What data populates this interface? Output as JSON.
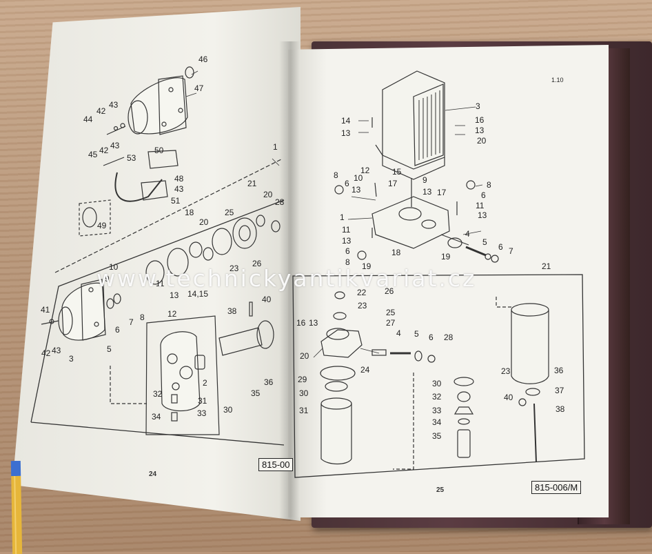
{
  "watermark": "www.technickyantikvariat.cz",
  "left_page": {
    "page_number": "24",
    "doc_code": "815-00",
    "callouts": [
      "46",
      "47",
      "43",
      "42",
      "44",
      "45",
      "42",
      "43",
      "50",
      "53",
      "48",
      "43",
      "51",
      "49",
      "1",
      "21",
      "20",
      "28",
      "25",
      "18",
      "20",
      "26",
      "23",
      "10",
      "9",
      "11",
      "13",
      "14,15",
      "12",
      "8",
      "7",
      "6",
      "41",
      "43",
      "42",
      "3",
      "5",
      "38",
      "40",
      "2",
      "31",
      "32",
      "33",
      "34",
      "30",
      "35",
      "36"
    ]
  },
  "right_page": {
    "page_number": "25",
    "doc_code": "815-006/M",
    "corner_mark": "1.10",
    "callouts": [
      "3",
      "14",
      "13",
      "16",
      "13",
      "20",
      "12",
      "10",
      "15",
      "9",
      "8",
      "6",
      "13",
      "17",
      "17",
      "13",
      "8",
      "6",
      "11",
      "13",
      "1",
      "11",
      "13",
      "6",
      "8",
      "19",
      "18",
      "19",
      "4",
      "5",
      "6",
      "7",
      "21",
      "22",
      "23",
      "26",
      "25",
      "27",
      "16",
      "13",
      "20",
      "4",
      "5",
      "6",
      "28",
      "24",
      "29",
      "30",
      "31",
      "30",
      "32",
      "33",
      "34",
      "35",
      "23",
      "40",
      "36",
      "37",
      "38"
    ]
  },
  "colors": {
    "table": "#b9967a",
    "paper": "#f1f0ea",
    "binder": "#4a3236",
    "ink": "#222222"
  }
}
